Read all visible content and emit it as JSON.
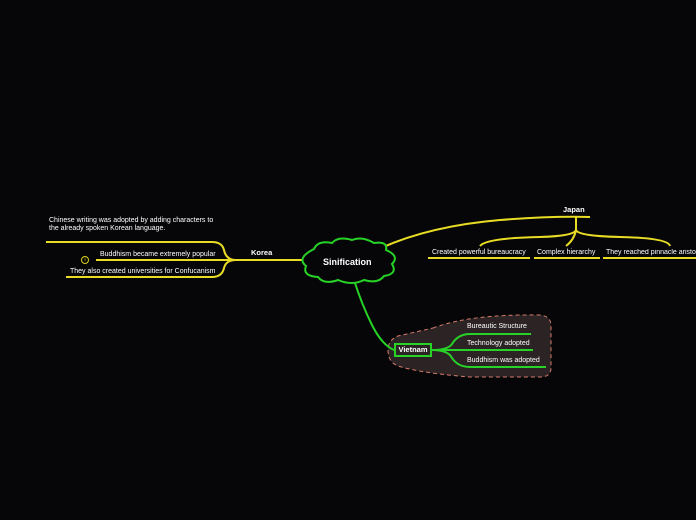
{
  "central": {
    "label": "Sinification"
  },
  "korea": {
    "label": "Korea",
    "items": [
      "Chinese writing was adopted by adding characters to the already spoken Korean language.",
      "Buddhism became extremely popular",
      "They also created universities for Confucanism"
    ],
    "note_icon": "info-icon"
  },
  "japan": {
    "label": "Japan",
    "items": [
      "Created powerful bureaucracy",
      "Complex hierarchy",
      "They reached pinnacle aristo"
    ]
  },
  "vietnam": {
    "label": "Vietnam",
    "items": [
      "Bureautic Structure",
      "Technology adopted",
      "Buddhism was adopted"
    ]
  },
  "colors": {
    "background": "#060608",
    "yellow": "#e8dc24",
    "green": "#27d327",
    "vietnam_group_fill": "#2c2424",
    "vietnam_group_border": "#d47a6a"
  }
}
